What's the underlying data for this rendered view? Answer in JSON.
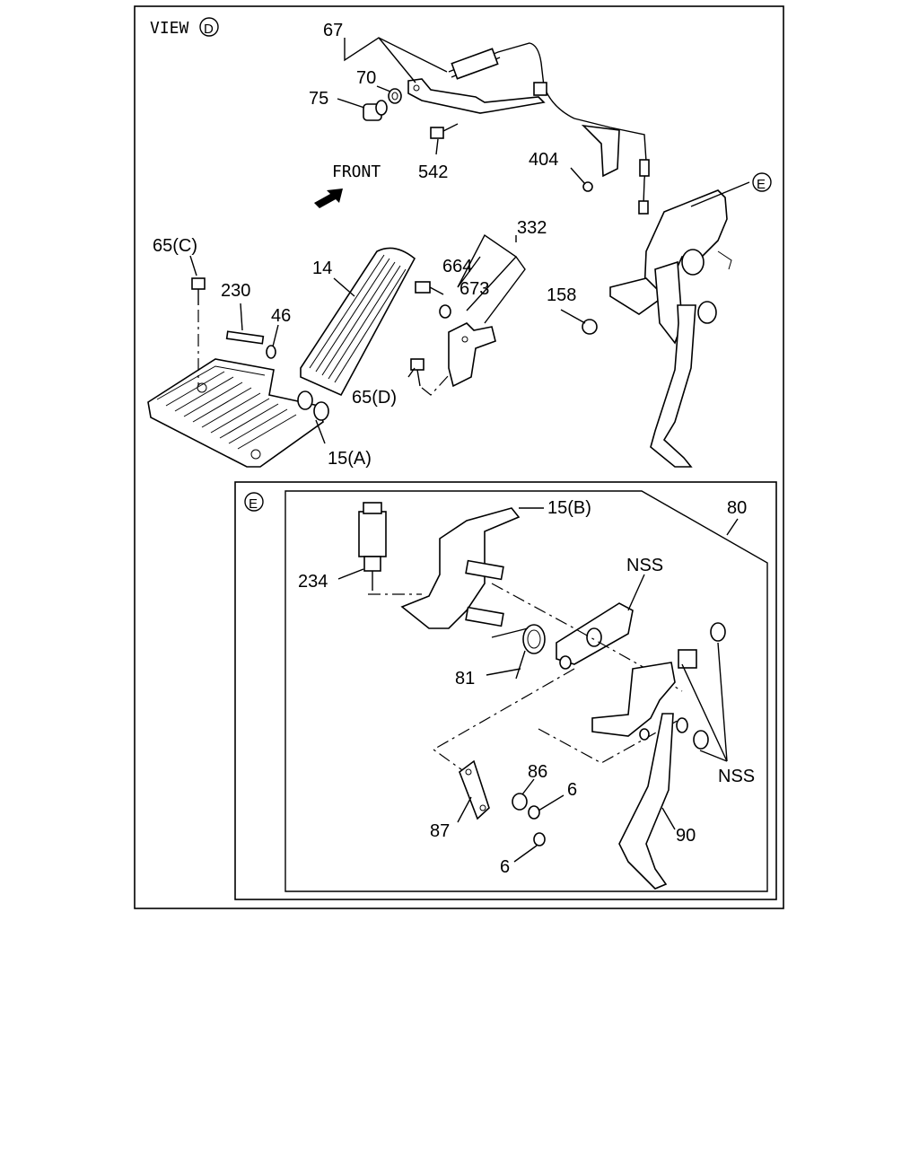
{
  "view": {
    "prefix": "VIEW",
    "letter": "D"
  },
  "front_label": "FRONT",
  "detail_letter": "E",
  "labels": {
    "p67": "67",
    "p70": "70",
    "p75": "75",
    "p542": "542",
    "p404": "404",
    "p65c": "65(C)",
    "p230": "230",
    "p46": "46",
    "p14": "14",
    "p664": "664",
    "p673": "673",
    "p332": "332",
    "p158": "158",
    "p65d": "65(D)",
    "p15a": "15(A)",
    "p15b": "15(B)",
    "p80": "80",
    "pNSS1": "NSS",
    "p234": "234",
    "p81": "81",
    "p86": "86",
    "p6a": "6",
    "pNSS2": "NSS",
    "p87": "87",
    "p90": "90",
    "p6b": "6"
  }
}
